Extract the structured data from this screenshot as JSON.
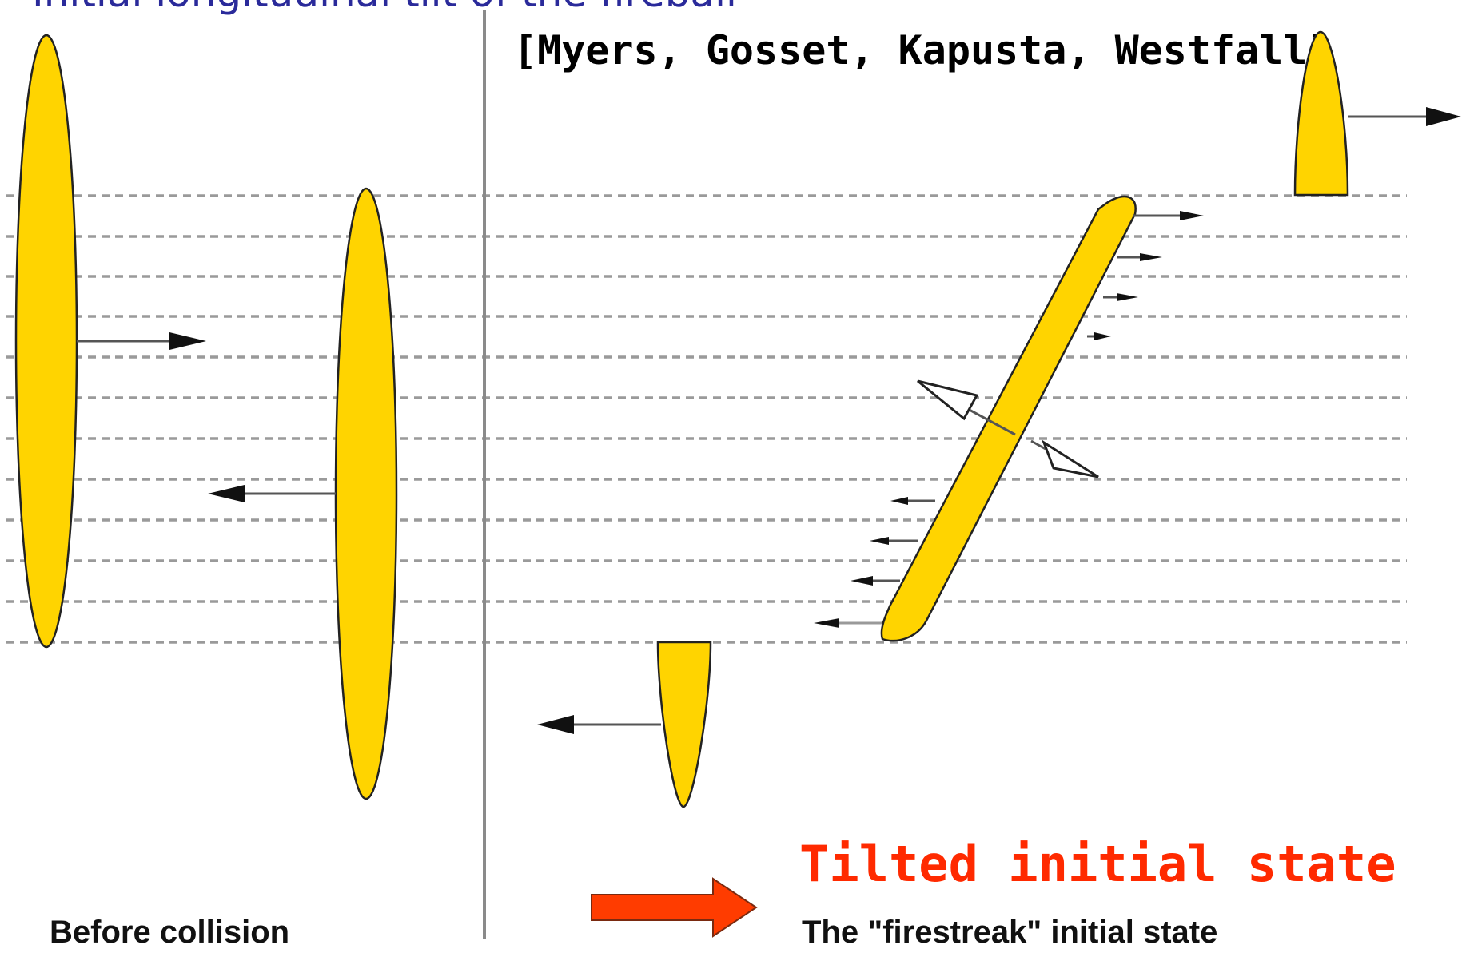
{
  "header": {
    "cut_off_title": "Initial longitudinal tilt of the fireball"
  },
  "citation": "[Myers, Gosset, Kapusta, Westfall]",
  "tilted_title": "Tilted initial state",
  "captions": {
    "left": "Before collision",
    "right": "The \"firestreak\" initial state"
  },
  "colors": {
    "nucleus_fill": "#ffd400",
    "gridline": "#9a9a9a",
    "big_arrow": "#ff3c00",
    "title_blue": "#2a2a9a",
    "tilted_title_red": "#ff2a00"
  },
  "icons": {
    "transition_arrow": "right-arrow-icon"
  }
}
